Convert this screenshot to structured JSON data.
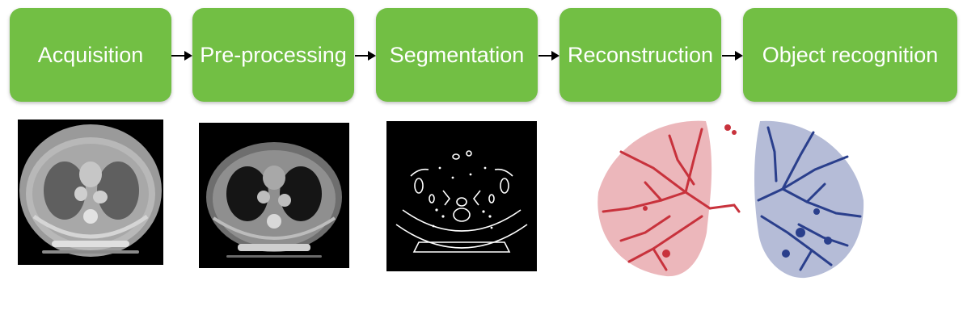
{
  "pipeline": {
    "steps": [
      {
        "label": "Acquisition"
      },
      {
        "label": "Pre-processing"
      },
      {
        "label": "Segmentation"
      },
      {
        "label": "Reconstruction"
      },
      {
        "label": "Object recognition"
      }
    ]
  },
  "colors": {
    "step_fill": "#72bf44",
    "step_text": "#ffffff",
    "arrow": "#000000",
    "left_lung": "#c8323c",
    "right_lung": "#2a3f8c"
  },
  "images": [
    {
      "icon": "ct-scan-raw-image"
    },
    {
      "icon": "ct-scan-preprocessed-image"
    },
    {
      "icon": "ct-scan-segmented-image"
    },
    {
      "icon": "lung-3d-reconstruction-image"
    }
  ]
}
